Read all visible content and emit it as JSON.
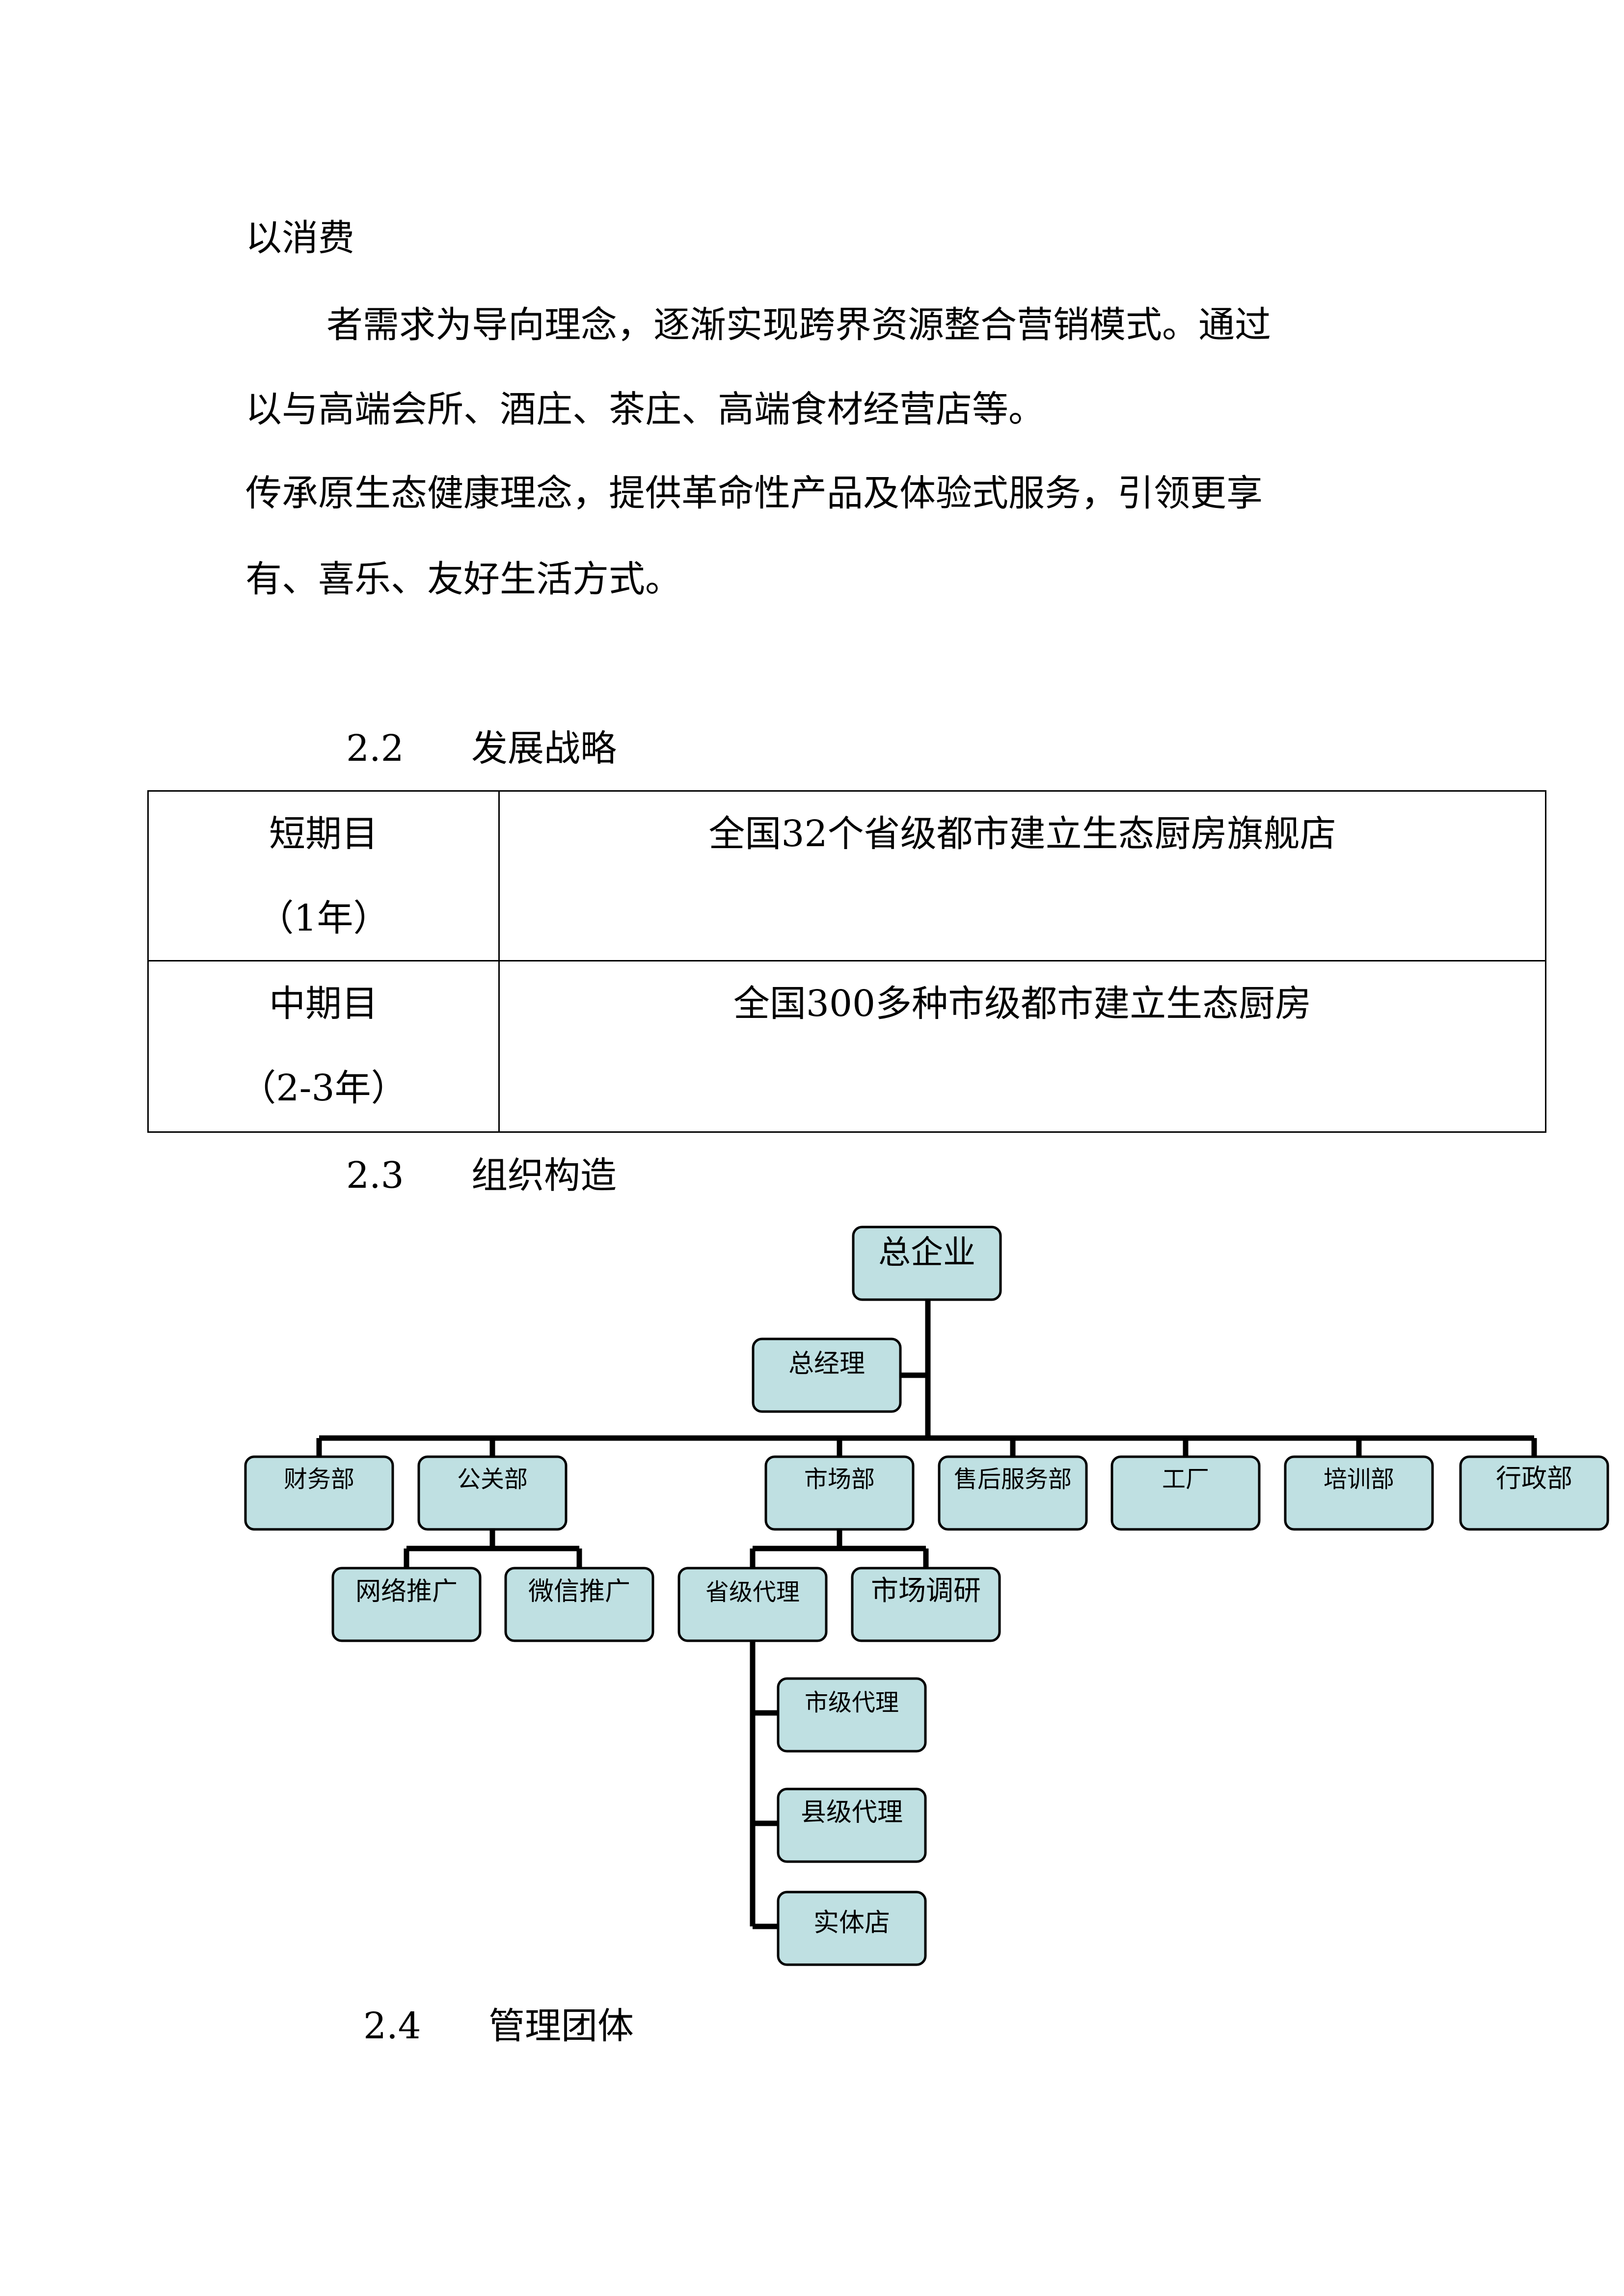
{
  "paragraphs": [
    "以消费",
    "者需求为导向理念，逐渐实现跨界资源整合营销模式。通过",
    "以与高端会所、酒庄、茶庄、高端食材经营店等。",
    "传承原生态健康理念，提供革命性产品及体验式服务，引领更享",
    "有、喜乐、友好生活方式。"
  ],
  "sections": {
    "s22": {
      "num": "2.2",
      "title": "发展战略"
    },
    "s23": {
      "num": "2.3",
      "title": "组织构造"
    },
    "s24": {
      "num": "2.4",
      "title": "管理团体"
    }
  },
  "strategy_table": {
    "rows": [
      {
        "term": "短期目",
        "period": "（1年）",
        "goal": "全国32个省级都市建立生态厨房旗舰店"
      },
      {
        "term": "中期目",
        "period": "（2-3年）",
        "goal": "全国300多种市级都市建立生态厨房"
      }
    ]
  },
  "org_chart": {
    "nodes": {
      "hq": "总企业",
      "gm": "总经理",
      "finance": "财务部",
      "pr": "公关部",
      "market": "市场部",
      "aftersales": "售后服务部",
      "factory": "工厂",
      "training": "培训部",
      "admin": "行政部",
      "web_promo": "网络推广",
      "wechat_promo": "微信推广",
      "prov_agent": "省级代理",
      "market_research": "市场调研",
      "city_agent": "市级代理",
      "county_agent": "县级代理",
      "store": "实体店"
    },
    "colors": {
      "box_fill": "#bfe0e2",
      "line": "#000000"
    }
  }
}
